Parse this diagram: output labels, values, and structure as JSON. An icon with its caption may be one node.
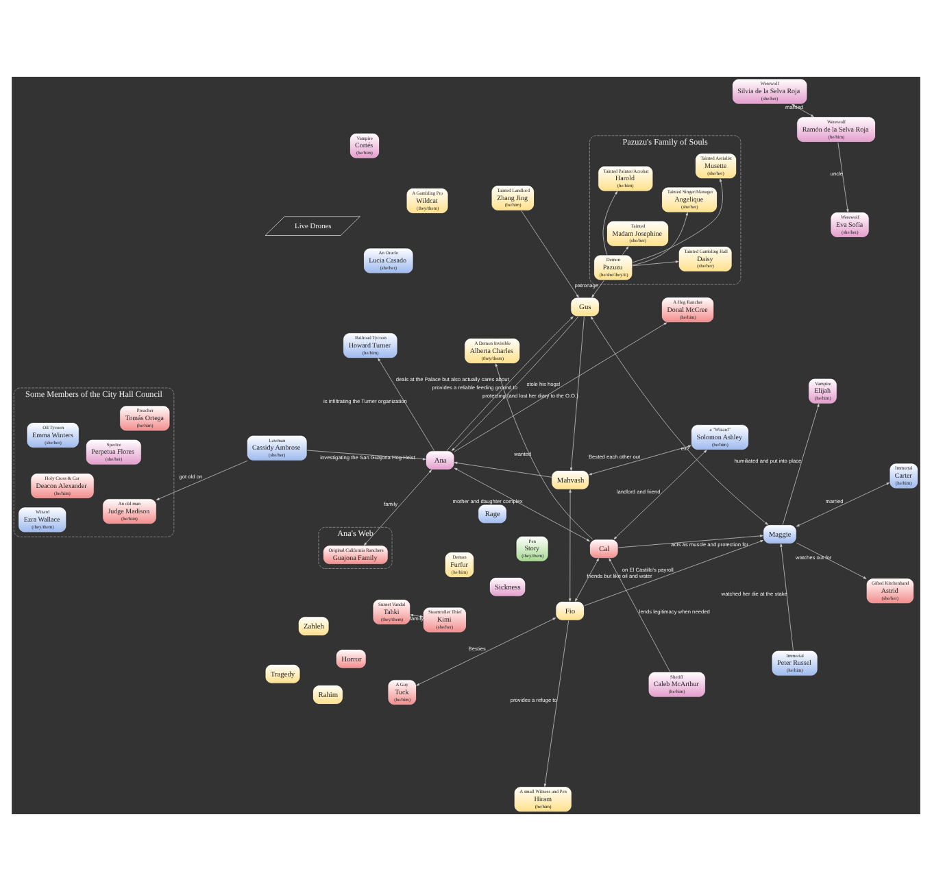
{
  "diagram": {
    "nodes": [
      {
        "text": [
          "Some Members of the City Hall Council"
        ]
      },
      {
        "text": [
          "An old man",
          "Judge Madison",
          "(he/him)"
        ],
        "in": 0
      },
      {
        "text": [
          "Spectre",
          "Perpetua Flores",
          "(she/her)"
        ],
        "in": 0
      },
      {
        "text": [
          "Wizard",
          "Ezra Wallace",
          "(they/them)"
        ],
        "in": 0
      },
      {
        "text": [
          "Oil Tycoon",
          "Emma Winters",
          "(she/her)"
        ],
        "in": 0
      },
      {
        "text": [
          "Holy Cross & Car",
          "Deacon Alexander",
          "(he/him)"
        ],
        "in": 0
      },
      {
        "text": [
          "Preacher",
          "Tomás Ortega",
          "(he/him)"
        ],
        "in": 0
      },
      {
        "text": [
          "Sunset Vandal",
          "Tahki",
          "(they/them)"
        ]
      },
      {
        "text": [
          "Steamroller Thief",
          "Kimi",
          "(she/her)"
        ]
      },
      {
        "text": [
          "Fio"
        ]
      },
      {
        "text": [
          "A Guy",
          "Tuck",
          "(he/him)"
        ]
      },
      {
        "text": [
          "Immortal",
          "Peter Russel",
          "(he/him)"
        ]
      },
      {
        "text": [
          "A small Witness and Pen",
          "Hiram",
          "(he/him)"
        ]
      },
      {
        "text": [
          "Live Drones"
        ]
      },
      {
        "text": [
          "A Gambling Pro",
          "Wildcat",
          "(they/them)"
        ]
      },
      {
        "text": [
          "Sheriff",
          "Caleb McArthur",
          "(he/him)"
        ]
      },
      {
        "text": [
          "An Oracle",
          "Lucia Casado",
          "(she/her)"
        ]
      },
      {
        "text": [
          "Vampire",
          "Cortés",
          "(he/him)"
        ]
      },
      {
        "text": [
          "Gifted Kitchenhand",
          "Astrid",
          "(she/her)"
        ]
      },
      {
        "text": [
          "Maggie"
        ]
      },
      {
        "text": [
          "Cal"
        ]
      },
      {
        "text": [
          "A Demon Invisible",
          "Alberta Charles",
          "(they/them)"
        ]
      },
      {
        "text": [
          "Demon",
          "Furfur",
          "(he/him)"
        ]
      },
      {
        "text": [
          "Immortal",
          "Carter",
          "(he/him)"
        ]
      },
      {
        "text": [
          "Vampire",
          "Elijah",
          "(he/him)"
        ]
      },
      {
        "text": [
          "a \"Wizard\"",
          "Solomon Ashley",
          "(he/him)"
        ]
      },
      {
        "text": [
          "Pen",
          "Story",
          "(they/them)"
        ]
      },
      {
        "text": [
          "A Hog Rancher",
          "Donal McCree",
          "(he/him)"
        ]
      },
      {
        "text": [
          "Lawman",
          "Cassidy Ambrose",
          "(she/her)"
        ]
      },
      {
        "text": [
          "Pazuzu's Family of Souls"
        ]
      },
      {
        "text": [
          "Tainted",
          "Madam Josephine",
          "(she/her)"
        ],
        "in": 29
      },
      {
        "text": [
          "Demon",
          "Pazuzu",
          "(he/she/they/it)"
        ],
        "in": 29
      },
      {
        "text": [
          "Tainted Singer/Manager",
          "Angelique",
          "(she/her)"
        ],
        "in": 29
      },
      {
        "text": [
          "Tainted Gambling Hall",
          "Daisy",
          "(she/her)"
        ],
        "in": 29
      },
      {
        "text": [
          "Tainted Painter/Acrobat",
          "Harold",
          "(he/him)"
        ],
        "in": 29
      },
      {
        "text": [
          "Tainted Aerialist",
          "Musette",
          "(she/her)"
        ],
        "in": 29
      },
      {
        "text": [
          "Gus"
        ]
      },
      {
        "text": [
          "Ana"
        ]
      },
      {
        "text": [
          "Ana's Web"
        ]
      },
      {
        "text": [
          "Original California Ranchers",
          "Guajona Family"
        ],
        "in": 38
      },
      {
        "text": [
          "Werewolf",
          "Silvia de la Selva Roja",
          "(she/her)"
        ]
      },
      {
        "text": [
          "Werewolf",
          "Ramón de la Selva Roja",
          "(he/him)"
        ]
      },
      {
        "text": [
          "Werewolf",
          "Eva Sofía",
          "(she/her)"
        ]
      },
      {
        "text": [
          "Tainted Landlord",
          "Zhang Jing",
          "(he/him)"
        ]
      },
      {
        "text": [
          "Mahvash"
        ]
      },
      {
        "text": [
          "Railroad Tycoon",
          "Howard Turner",
          "(he/him)"
        ]
      },
      {
        "text": [
          "Sickness"
        ]
      },
      {
        "text": [
          "Rage"
        ]
      },
      {
        "text": [
          "Tragedy"
        ]
      },
      {
        "text": [
          "Horror"
        ]
      },
      {
        "text": [
          "Rahim"
        ]
      },
      {
        "text": [
          "Zahleh"
        ]
      }
    ],
    "edges": [
      {
        "from": 8,
        "to": 7,
        "arrow": "both",
        "label": "family"
      },
      {
        "from": 28,
        "to": 1,
        "arrow": "to",
        "label": "got old on"
      },
      {
        "from": 9,
        "to": 10,
        "arrow": "both",
        "label": "Besties"
      },
      {
        "from": 9,
        "to": 19,
        "arrow": "to",
        "label": "on El Castillo's payroll"
      },
      {
        "from": 9,
        "to": 12,
        "arrow": "to",
        "label": "provides a refuge to"
      },
      {
        "from": 11,
        "to": 19,
        "arrow": "to",
        "label": "watched her die at the stake"
      },
      {
        "from": 20,
        "to": 9,
        "arrow": "both",
        "label": "friends but like oil and water"
      },
      {
        "from": 15,
        "to": 20,
        "arrow": "to",
        "label": "lends legitimacy when needed"
      },
      {
        "from": 20,
        "to": 19,
        "arrow": "to",
        "label": "acts as muscle and protection for"
      },
      {
        "from": 20,
        "to": 21,
        "arrow": "to",
        "label": "wanted"
      },
      {
        "from": 20,
        "to": 25,
        "arrow": "both",
        "label": "landlord and friend"
      },
      {
        "from": 19,
        "to": 18,
        "arrow": "to",
        "label": "watches out for"
      },
      {
        "from": 19,
        "to": 24,
        "arrow": "to",
        "label": "humiliated and put into place"
      },
      {
        "from": 19,
        "to": 23,
        "arrow": "both",
        "label": "married"
      },
      {
        "from": 36,
        "to": 19,
        "arrow": "both",
        "label": "ex?"
      },
      {
        "from": 37,
        "to": 20,
        "arrow": "both",
        "label": "mother and daughter complex"
      },
      {
        "from": 25,
        "to": 44,
        "arrow": "both",
        "label": "Bested each other out"
      },
      {
        "from": 9,
        "to": 44,
        "arrow": "both"
      },
      {
        "from": 37,
        "to": 27,
        "arrow": "to",
        "label": "stole his hogs!"
      },
      {
        "from": 28,
        "to": 37,
        "arrow": "to",
        "label": "investigating the San Guajona Hog Heist"
      },
      {
        "from": 37,
        "to": 36,
        "arrow": "to",
        "label": "deals at the Palace but also actually cares about"
      },
      {
        "from": 36,
        "to": 37,
        "arrow": "to",
        "label": "provides a reliable feeding ground to"
      },
      {
        "from": 37,
        "to": 39,
        "arrow": "both",
        "label": "family"
      },
      {
        "from": 37,
        "to": 45,
        "arrow": "to",
        "label": "is infiltrating the Turner organization"
      },
      {
        "from": 44,
        "to": 37,
        "arrow": "to"
      },
      {
        "from": 36,
        "to": 44,
        "arrow": "to",
        "label": "protecting (and lost her diary to the O.O.)"
      },
      {
        "from": 43,
        "to": 36,
        "arrow": "to"
      },
      {
        "from": 31,
        "to": 30,
        "arrow": "to"
      },
      {
        "from": 31,
        "to": 32,
        "arrow": "to"
      },
      {
        "from": 31,
        "to": 36,
        "arrow": "to",
        "label": "patronage"
      },
      {
        "from": 31,
        "to": 33,
        "arrow": "to"
      },
      {
        "from": 31,
        "to": 34,
        "arrow": "to"
      },
      {
        "from": 31,
        "to": 35,
        "arrow": "to"
      },
      {
        "from": 40,
        "to": 41,
        "arrow": "both",
        "label": "married"
      },
      {
        "from": 41,
        "to": 42,
        "arrow": "to",
        "label": "uncle"
      }
    ]
  }
}
